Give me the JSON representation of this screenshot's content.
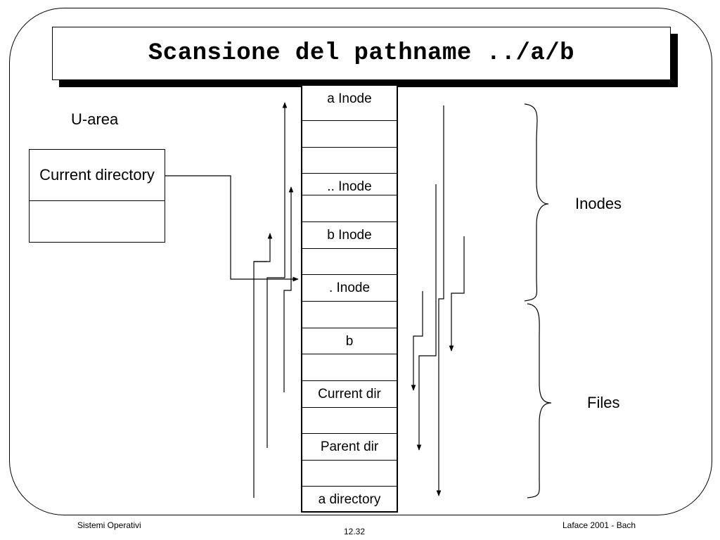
{
  "slide": {
    "title": "Scansione del pathname ../a/b"
  },
  "uarea": {
    "heading": "U-area",
    "current_directory": "Current directory"
  },
  "table": {
    "cells": [
      "a Inode",
      "",
      "",
      ".. Inode",
      "",
      "b Inode",
      "",
      ". Inode",
      "",
      "b",
      "",
      "Current dir",
      "",
      "Parent dir",
      "",
      "a directory"
    ]
  },
  "groups": {
    "inodes": "Inodes",
    "files": "Files"
  },
  "footer": {
    "left": "Sistemi Operativi",
    "center": "12.32",
    "right": "Laface 2001 - Bach"
  },
  "colors": {
    "line": "#000000",
    "background": "#ffffff"
  }
}
